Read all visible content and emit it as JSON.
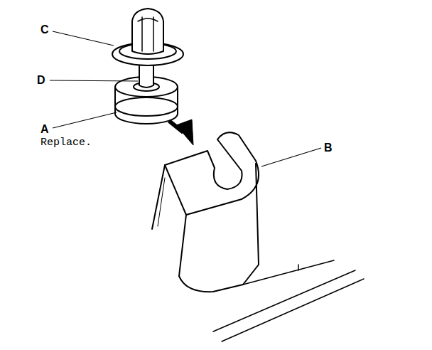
{
  "diagram": {
    "labels": [
      "C",
      "D",
      "A",
      "Replace.",
      "B"
    ]
  }
}
